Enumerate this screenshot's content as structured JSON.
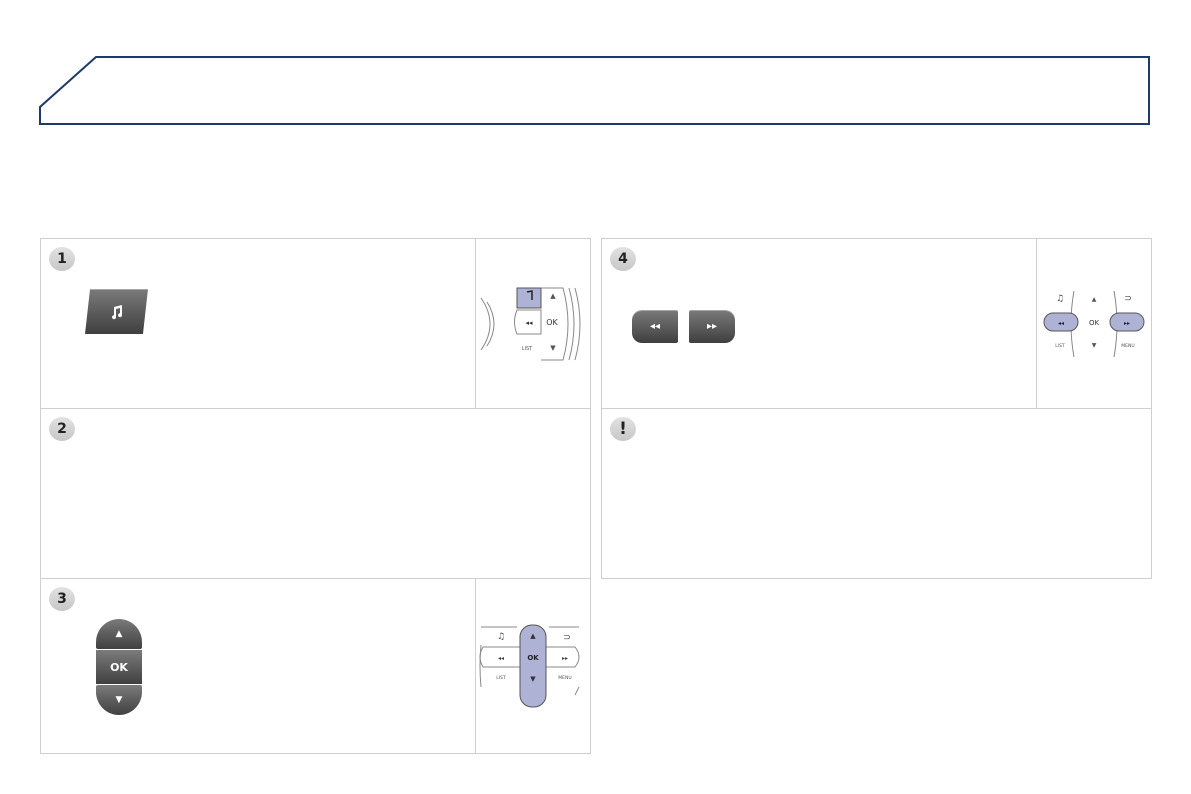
{
  "panels": {
    "p1": {
      "number": "1"
    },
    "p2": {
      "number": "2"
    },
    "p3": {
      "number": "3",
      "ok_label": "OK"
    },
    "p4": {
      "number": "4"
    },
    "warning": {
      "symbol": "!"
    }
  },
  "control_diagram": {
    "ok": "OK",
    "list": "LIST",
    "menu": "MENU"
  },
  "icons": {
    "music": "music-note-icon",
    "rewind": "rewind-icon",
    "fast_forward": "fast-forward-icon",
    "up": "arrow-up-icon",
    "down": "arrow-down-icon",
    "back": "back-icon"
  },
  "colors": {
    "frame": "#1f3a68",
    "highlight": "#aeb3d6",
    "border": "#cfcfcf"
  }
}
